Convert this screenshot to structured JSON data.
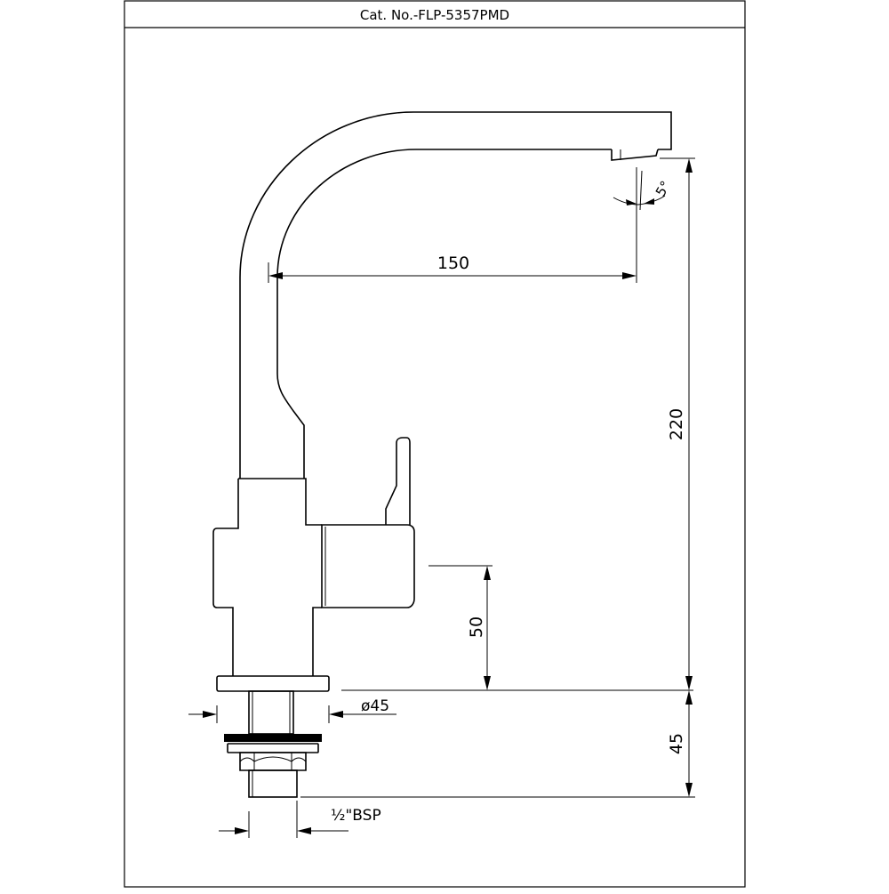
{
  "header": {
    "title": "Cat. No.-FLP-5357PMD"
  },
  "dimensions": {
    "spout_reach": "150",
    "total_height": "220",
    "spout_angle": "5°",
    "body_height": "50",
    "base_diameter": "ø45",
    "shank_length": "45",
    "thread_frac": "½",
    "thread_suffix": "\"BSP"
  }
}
